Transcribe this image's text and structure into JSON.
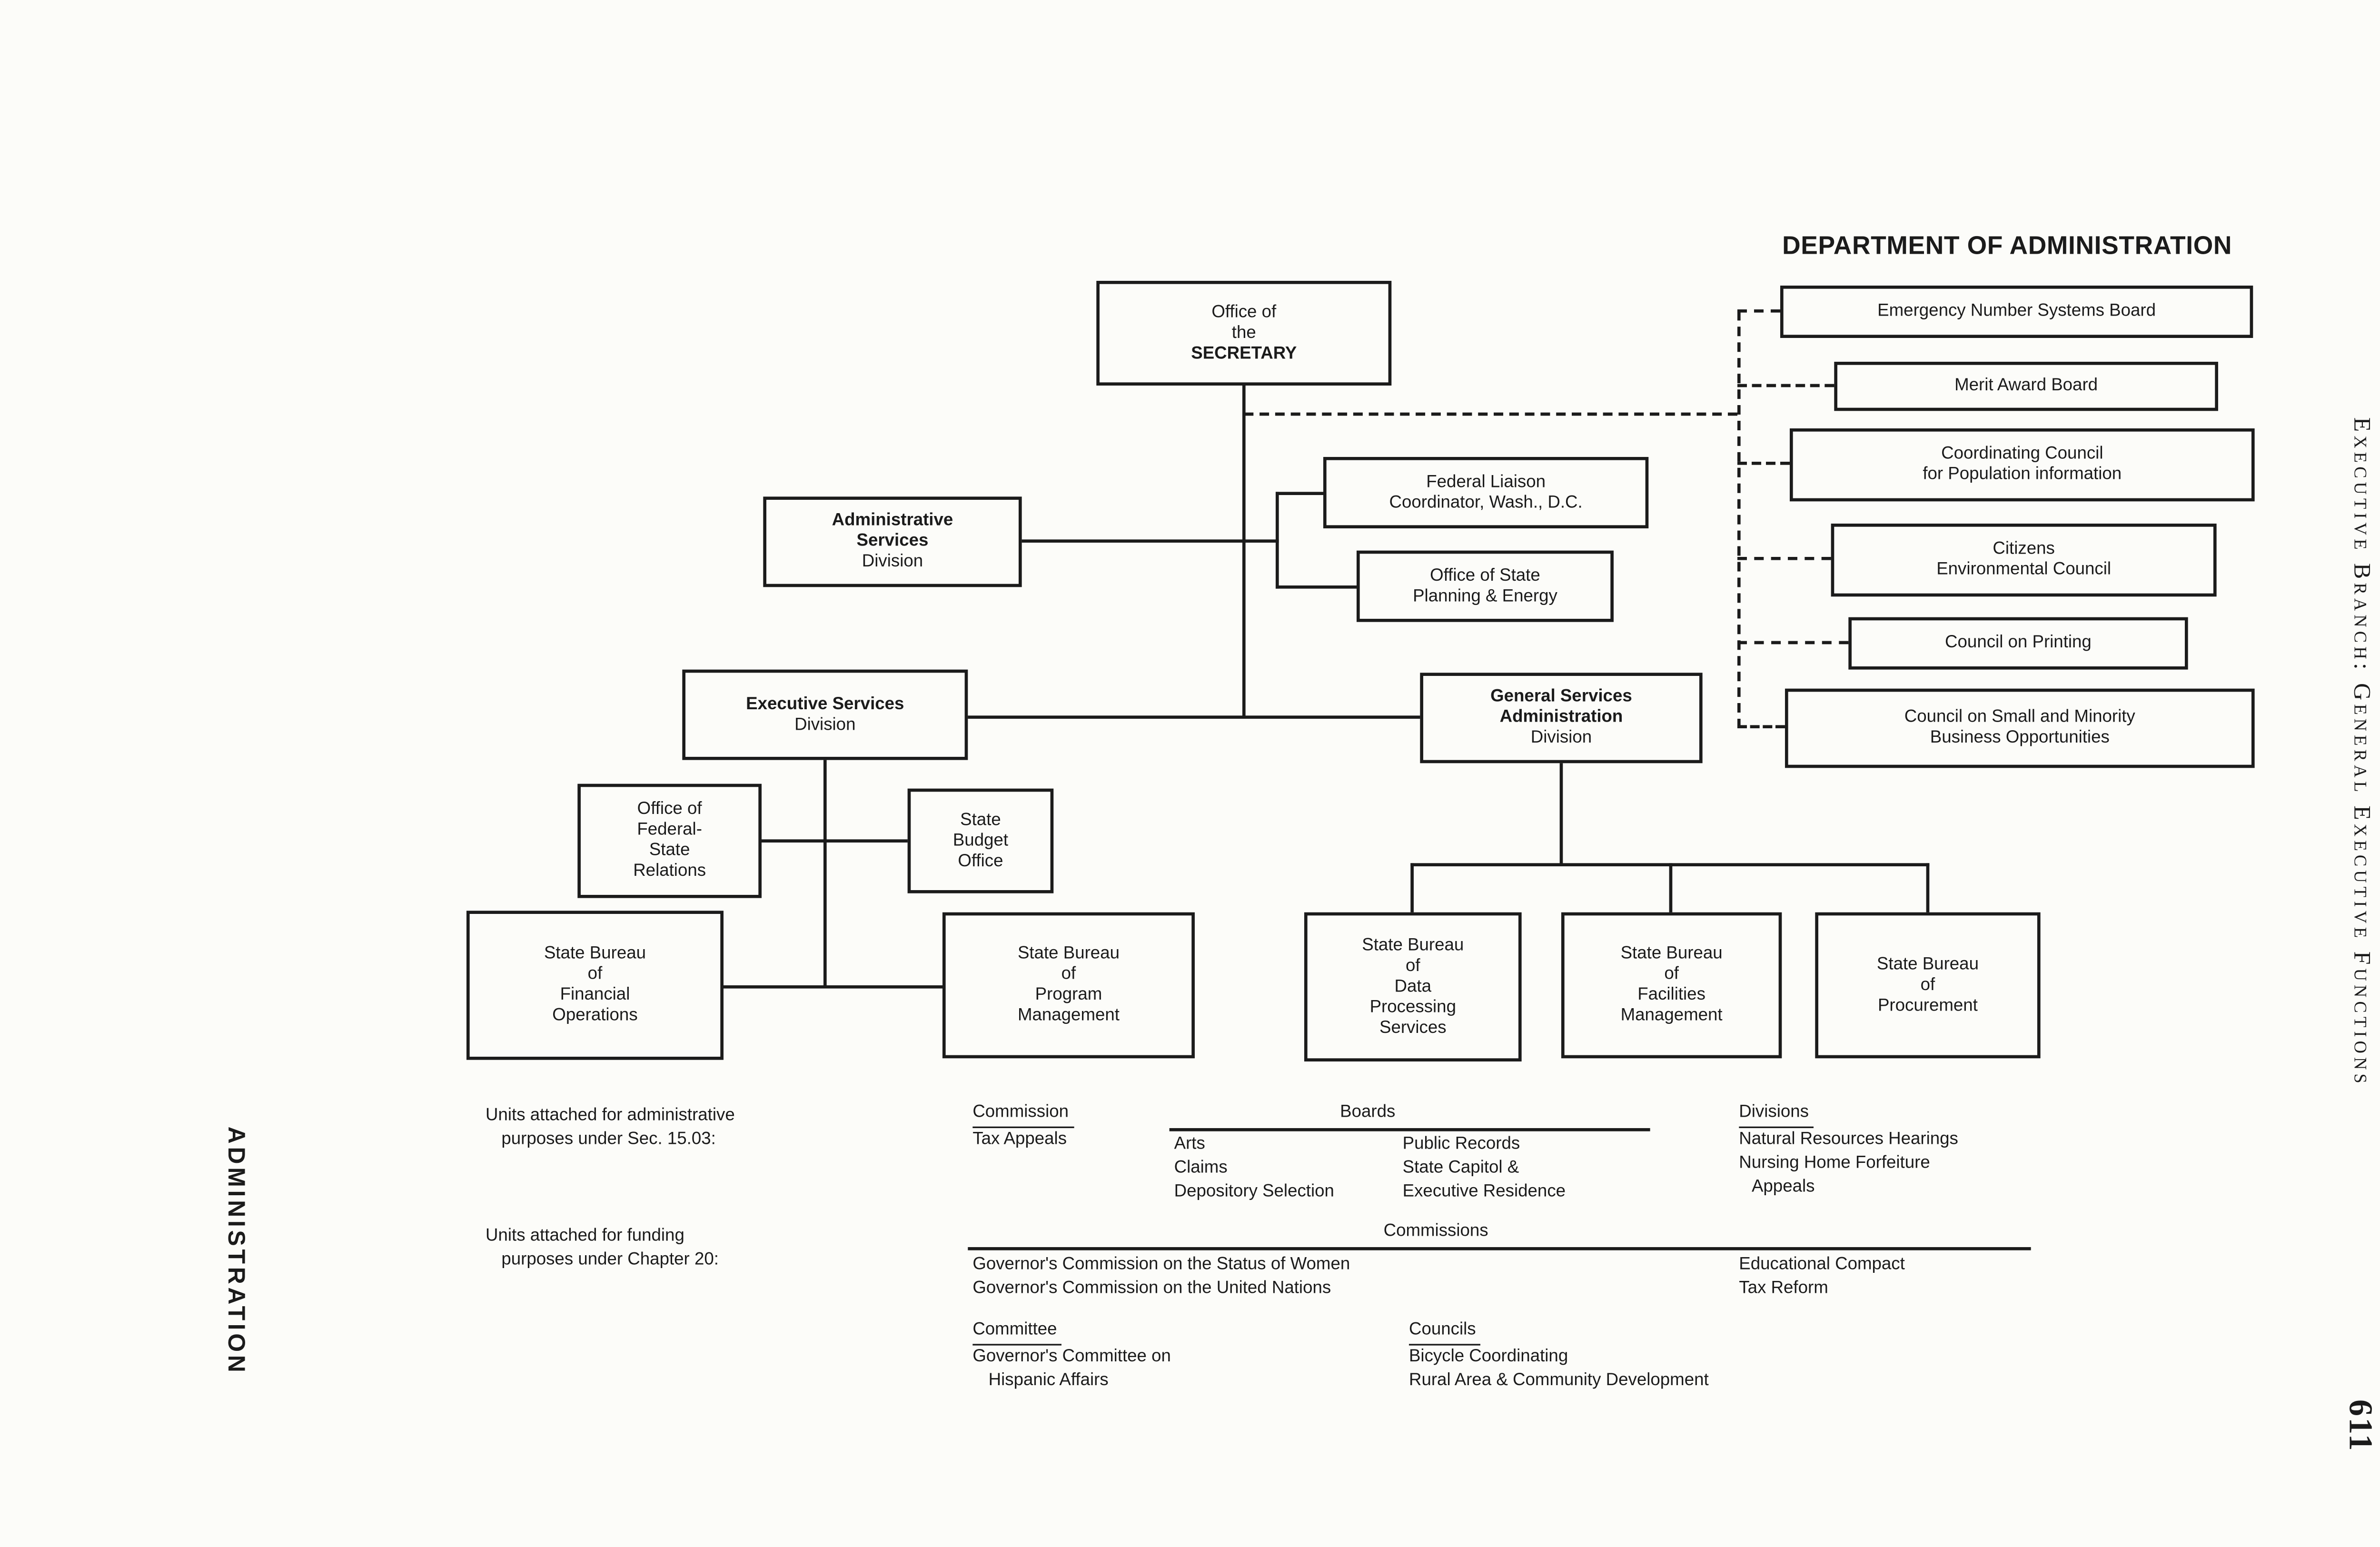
{
  "page": {
    "title": "DEPARTMENT OF ADMINISTRATION",
    "right_margin_text": "Executive Branch: General Executive Functions",
    "left_margin_text": "ADMINISTRATION",
    "page_number": "611",
    "ink_color": "#1b1b1b",
    "paper_color": "#fcfcf9"
  },
  "org": {
    "secretary": {
      "lines": [
        "Office of",
        "the",
        "SECRETARY"
      ]
    },
    "admin_services": {
      "lines": [
        "Administrative",
        "Services",
        "Division"
      ]
    },
    "federal_liaison": {
      "lines": [
        "Federal Liaison",
        "Coordinator, Wash., D.C."
      ]
    },
    "state_planning": {
      "lines": [
        "Office of State",
        "Planning & Energy"
      ]
    },
    "executive_services": {
      "lines": [
        "Executive Services",
        "Division"
      ]
    },
    "general_services": {
      "lines": [
        "General Services",
        "Administration",
        "Division"
      ]
    },
    "federal_state_relations": {
      "lines": [
        "Office of",
        "Federal-",
        "State",
        "Relations"
      ]
    },
    "state_budget": {
      "lines": [
        "State",
        "Budget",
        "Office"
      ]
    },
    "financial_operations": {
      "lines": [
        "State Bureau",
        "of",
        "Financial",
        "Operations"
      ]
    },
    "program_management": {
      "lines": [
        "State Bureau",
        "of",
        "Program",
        "Management"
      ]
    },
    "data_processing": {
      "lines": [
        "State Bureau",
        "of",
        "Data",
        "Processing",
        "Services"
      ]
    },
    "facilities_management": {
      "lines": [
        "State Bureau",
        "of",
        "Facilities",
        "Management"
      ]
    },
    "procurement": {
      "lines": [
        "State Bureau",
        "of",
        "Procurement"
      ]
    },
    "emergency_number_board": {
      "lines": [
        "Emergency Number Systems Board"
      ]
    },
    "merit_award_board": {
      "lines": [
        "Merit Award Board"
      ]
    },
    "coordinating_council": {
      "lines": [
        "Coordinating Council",
        "for Population information"
      ]
    },
    "citizens_environmental": {
      "lines": [
        "Citizens",
        "Environmental Council"
      ]
    },
    "council_printing": {
      "lines": [
        "Council on Printing"
      ]
    },
    "council_small_minority": {
      "lines": [
        "Council on Small and Minority",
        "Business Opportunities"
      ]
    }
  },
  "attachments": {
    "admin": {
      "label_line1": "Units attached for administrative",
      "label_line2": "purposes under Sec. 15.03:",
      "commission_header": "Commission",
      "commission_items": [
        "Tax Appeals"
      ],
      "boards_header": "Boards",
      "boards_col1": [
        "Arts",
        "Claims",
        "Depository Selection"
      ],
      "boards_col2": [
        "Public Records",
        "State Capitol &",
        "Executive Residence"
      ],
      "divisions_header": "Divisions",
      "divisions_items": [
        "Natural Resources Hearings",
        "Nursing Home Forfeiture",
        "Appeals"
      ]
    },
    "funding": {
      "label_line1": "Units attached for funding",
      "label_line2": "purposes under Chapter 20:",
      "commissions_header": "Commissions",
      "commissions_col1": [
        "Governor's Commission on the Status of Women",
        "Governor's Commission on the United Nations"
      ],
      "commissions_col2": [
        "Educational Compact",
        "Tax Reform"
      ],
      "committee_header": "Committee",
      "committee_items": [
        "Governor's Committee on",
        "Hispanic Affairs"
      ],
      "councils_header": "Councils",
      "councils_items": [
        "Bicycle Coordinating",
        "Rural Area & Community Development"
      ]
    }
  }
}
